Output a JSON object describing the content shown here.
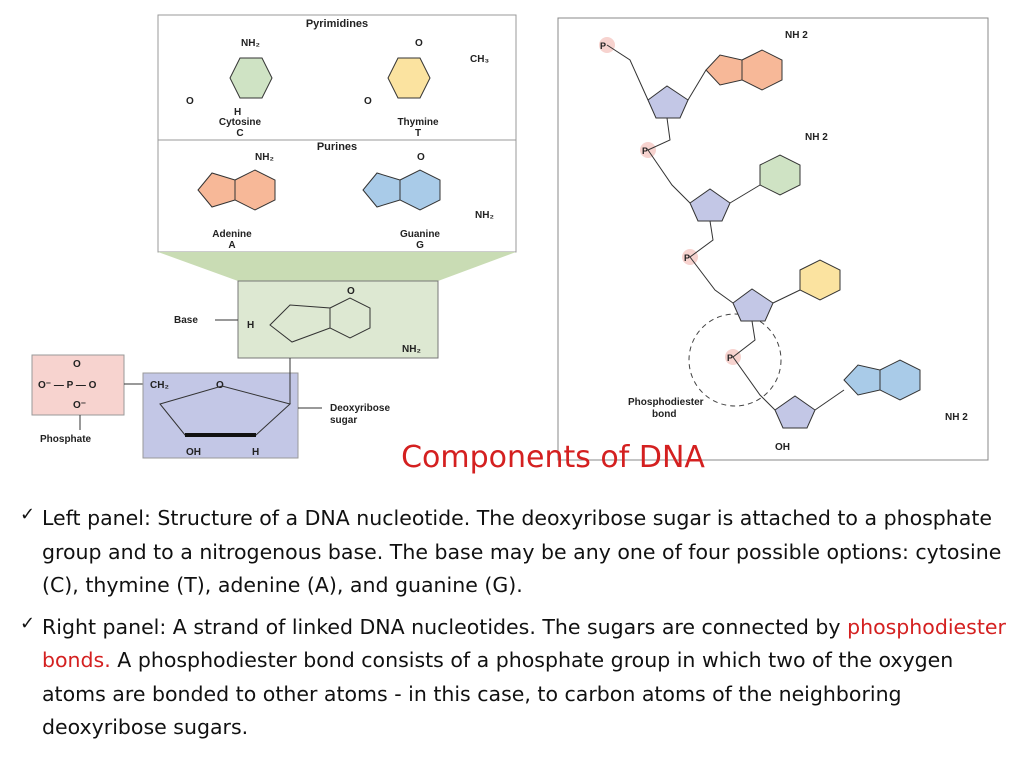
{
  "slide": {
    "title": "Components of DNA",
    "bullets": [
      {
        "text": "Left panel: Structure of a DNA nucleotide. The deoxyribose sugar is attached to a phosphate group and to a nitrogenous base. The base may be any one of four possible options: cytosine (C), thymine (T), adenine (A), and guanine (G)."
      },
      {
        "text_before": "Right panel: A strand of linked DNA nucleotides. The sugars are connected by ",
        "highlight": "phosphodiester bonds.",
        "text_after": " A phosphodiester bond consists of a phosphate group in which two of the oxygen atoms are bonded to other atoms - in this case, to carbon atoms of the neighboring deoxyribose sugars."
      }
    ],
    "bullet_icon": "checkmark-icon"
  },
  "left_panel": {
    "pyrimidines_label": "Pyrimidines",
    "purines_label": "Purines",
    "cytosine": {
      "name": "Cytosine",
      "letter": "C"
    },
    "thymine": {
      "name": "Thymine",
      "letter": "T"
    },
    "adenine": {
      "name": "Adenine",
      "letter": "A"
    },
    "guanine": {
      "name": "Guanine",
      "letter": "G"
    },
    "base_label": "Base",
    "phosphate_label": "Phosphate",
    "sugar_label_1": "Deoxyribose",
    "sugar_label_2": "sugar"
  },
  "right_panel": {
    "bond_label_1": "Phosphodiester",
    "bond_label_2": "bond",
    "nh2": "NH 2",
    "oh": "OH"
  },
  "colors": {
    "title": "#d42020",
    "cytosine": "#cfe3c4",
    "thymine": "#fbe3a0",
    "adenine": "#f7b898",
    "guanine": "#a9cbe8",
    "sugar": "#c3c7e6",
    "phosphate": "#f7d3cf",
    "base_box": "#dde8d2"
  }
}
